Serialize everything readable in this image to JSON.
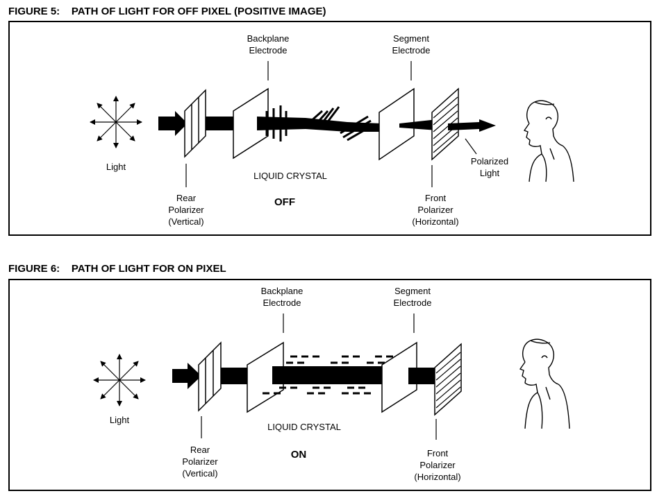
{
  "figures": [
    {
      "number": "FIGURE 5:",
      "title": "PATH OF LIGHT FOR OFF PIXEL (POSITIVE IMAGE)",
      "light_label": "Light",
      "backplane_label": [
        "Backplane",
        "Electrode"
      ],
      "segment_label": [
        "Segment",
        "Electrode"
      ],
      "rear_polarizer_label": [
        "Rear",
        "Polarizer",
        "(Vertical)"
      ],
      "liquid_crystal_label": "LIQUID CRYSTAL",
      "state_label": "OFF",
      "front_polarizer_label": [
        "Front",
        "Polarizer",
        "(Horizontal)"
      ],
      "polarized_light_label": [
        "Polarized",
        "Light"
      ]
    },
    {
      "number": "FIGURE 6:",
      "title": "PATH OF LIGHT FOR ON PIXEL",
      "light_label": "Light",
      "backplane_label": [
        "Backplane",
        "Electrode"
      ],
      "segment_label": [
        "Segment",
        "Electrode"
      ],
      "rear_polarizer_label": [
        "Rear",
        "Polarizer",
        "(Vertical)"
      ],
      "liquid_crystal_label": "LIQUID CRYSTAL",
      "state_label": "ON",
      "front_polarizer_label": [
        "Front",
        "Polarizer",
        "(Horizontal)"
      ]
    }
  ]
}
